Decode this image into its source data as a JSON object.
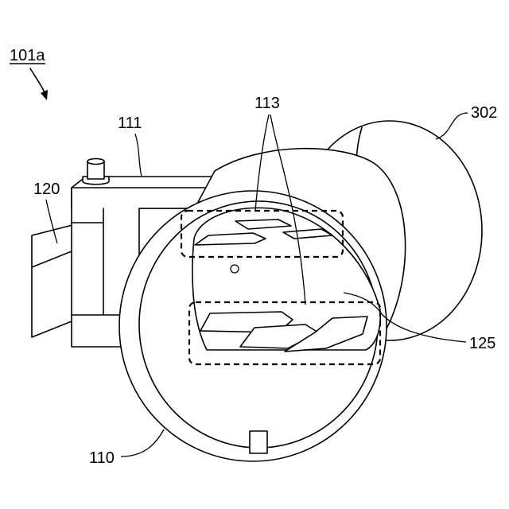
{
  "figure": {
    "title_label": "101a",
    "labels": {
      "housing": "111",
      "arm": "120",
      "fins_group": "113",
      "outer_drum": "302",
      "inner_part": "125",
      "ring": "110"
    }
  }
}
